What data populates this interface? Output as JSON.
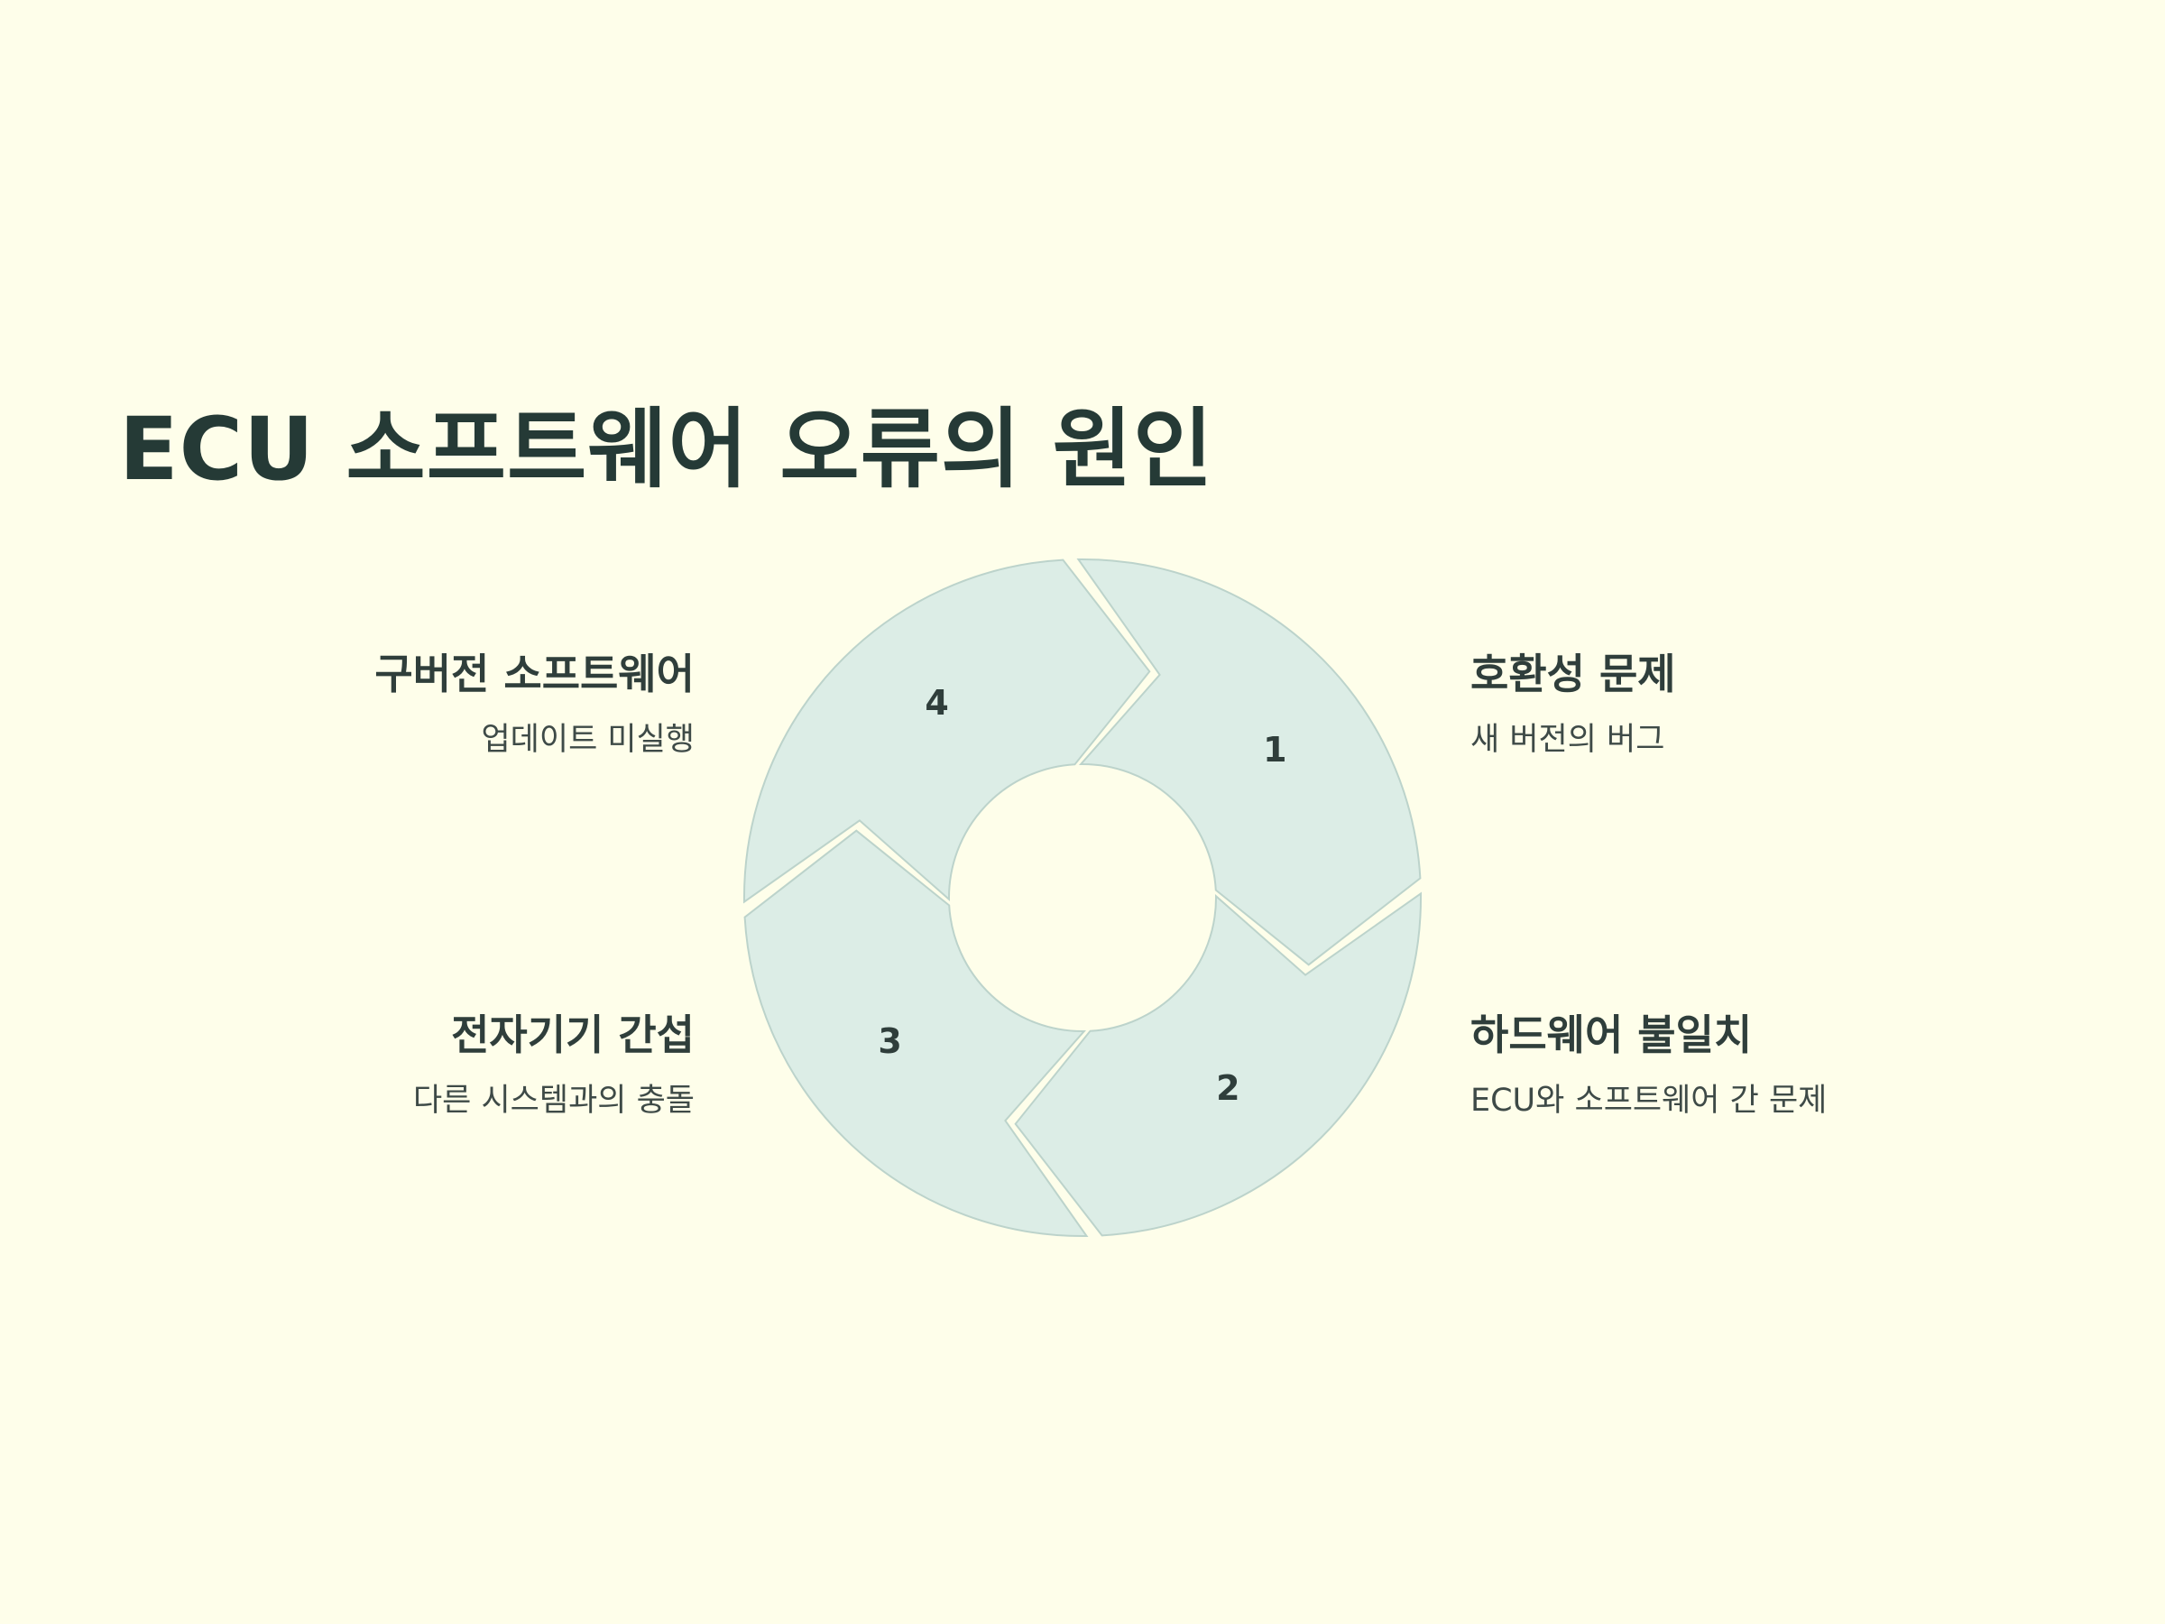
{
  "title": "ECU 소프트웨어 오류의 원인",
  "colors": {
    "background": "#FEFEEA",
    "segment_fill": "#DCEDE6",
    "segment_stroke": "#BCD3CB",
    "text_dark": "#253A36"
  },
  "cycle": {
    "segments": [
      {
        "number": "1",
        "heading": "구버전 소프트웨어",
        "description": "업데이트 미실행"
      },
      {
        "number": "2",
        "heading": "호환성 문제",
        "description": "새 버전의 버그"
      },
      {
        "number": "3",
        "heading": "하드웨어 불일치",
        "description": "ECU와 소프트웨어 간 문제"
      },
      {
        "number": "4",
        "heading": "전자기기 간섭",
        "description": "다른 시스템과의 충돌"
      }
    ]
  }
}
